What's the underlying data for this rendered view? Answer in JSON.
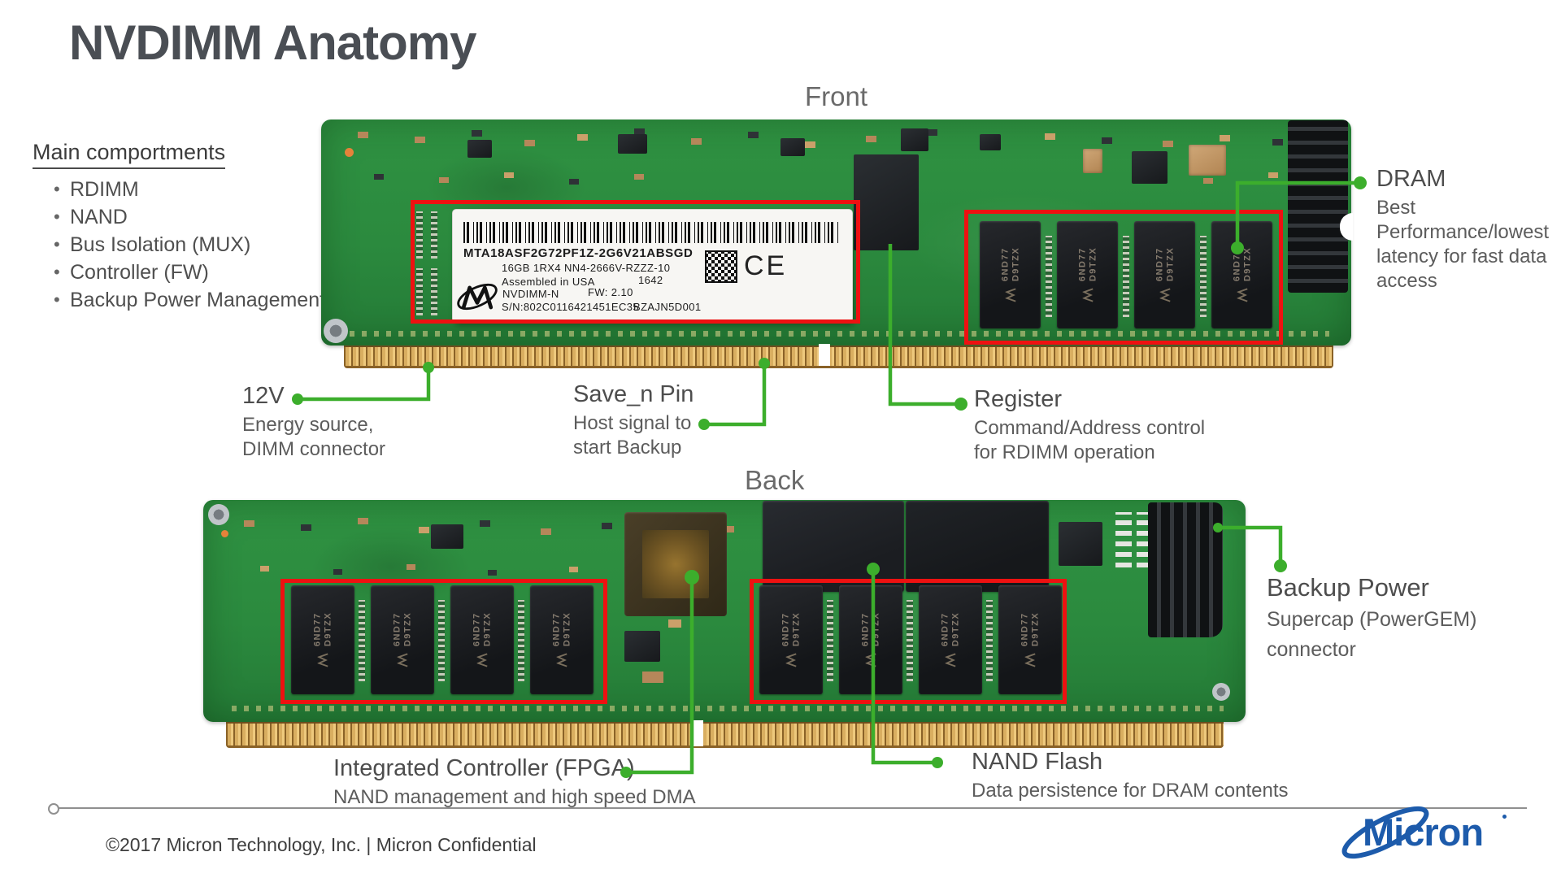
{
  "slide": {
    "title": "NVDIMM Anatomy",
    "front_caption": "Front",
    "back_caption": "Back",
    "footer": "©2017 Micron Technology, Inc. | Micron Confidential",
    "brand": "Micron"
  },
  "compartments": {
    "heading": "Main comportments",
    "items": [
      "RDIMM",
      "NAND",
      "Bus Isolation (MUX)",
      "Controller (FW)",
      "Backup Power Management"
    ]
  },
  "annotations": {
    "dram": {
      "title": "DRAM",
      "lines": [
        "Best",
        "Performance/lowest",
        "latency for fast data",
        "access"
      ]
    },
    "twelve_v": {
      "title": "12V",
      "lines": [
        "Energy source,",
        "DIMM connector"
      ]
    },
    "save_n": {
      "title": "Save_n Pin",
      "lines": [
        "Host signal to",
        "start Backup"
      ]
    },
    "register": {
      "title": "Register",
      "lines": [
        "Command/Address control",
        "for RDIMM operation"
      ]
    },
    "backup_power": {
      "title": "Backup Power",
      "lines": [
        "Supercap (PowerGEM)",
        "connector"
      ]
    },
    "controller": {
      "title": "Integrated Controller (FPGA)",
      "lines": [
        "NAND management and high speed DMA"
      ]
    },
    "nand_flash": {
      "title": "NAND Flash",
      "lines": [
        "Data persistence for DRAM contents"
      ]
    }
  },
  "sticker": {
    "part_number": "MTA18ASF2G72PF1Z-2G6V21ABSGD",
    "capacity_line": "16GB 1RX4   NN4-2666V-RZZZ-10",
    "assembled": "Assembled in USA",
    "date_code": "1642",
    "model": "NVDIMM-N",
    "firmware": "FW: 2.10",
    "serial": "S/N:802C0116421451EC35",
    "code": "BZAJN5D001",
    "ce_mark": "CE"
  },
  "chip_marking": {
    "line1": "6ND77",
    "line2": "D9TZX"
  },
  "colors": {
    "annotation_green": "#3cae2c",
    "highlight_red": "#ee1111",
    "micron_blue": "#1d5bab",
    "pcb_green": "#2e9040"
  }
}
